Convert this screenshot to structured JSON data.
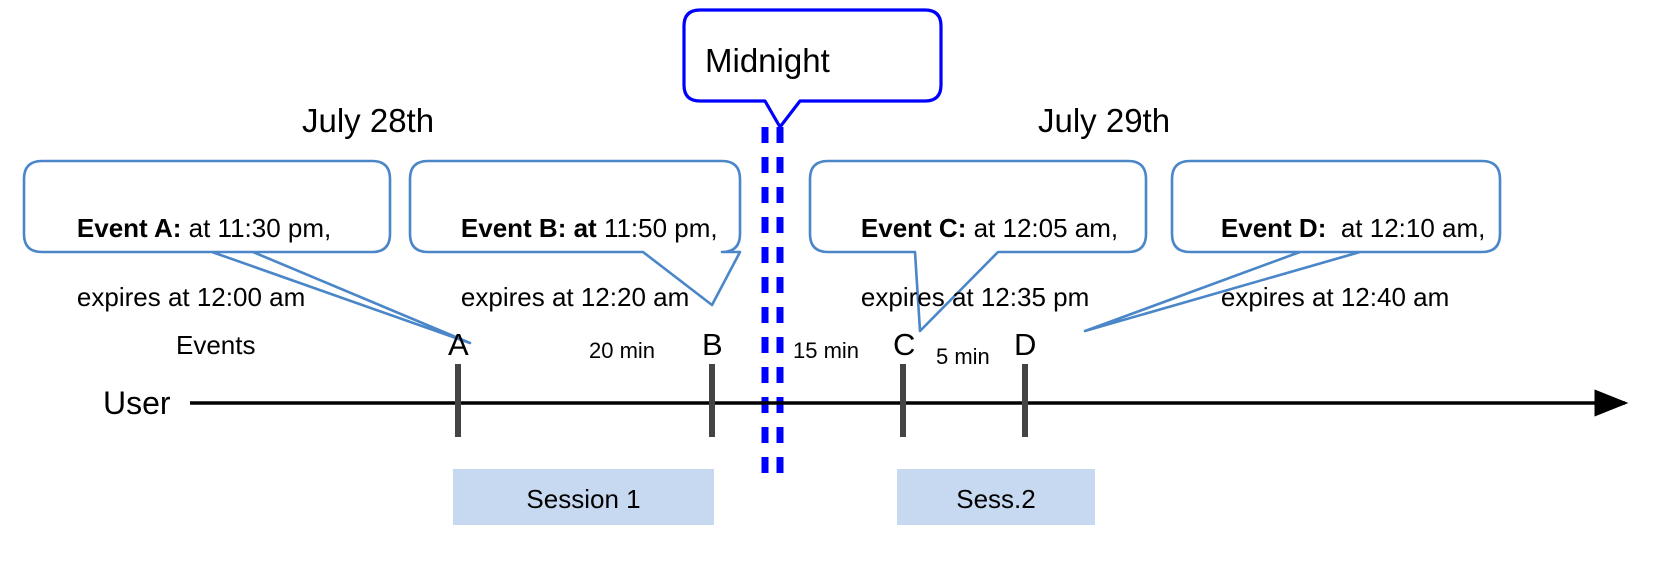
{
  "diagram": {
    "title_note": "Event expiry timeline across midnight boundary",
    "colors": {
      "callout_border": "#4a86c8",
      "midnight_border": "#0000ff",
      "midnight_dash": "#0000ff",
      "session_fill": "#c6d9f1",
      "tick": "#444444",
      "axis": "#000000"
    }
  },
  "midnight": {
    "label": "Midnight"
  },
  "dates": [
    {
      "id": "july-28",
      "label": "July 28th"
    },
    {
      "id": "july-29",
      "label": "July 29th"
    }
  ],
  "callouts": [
    {
      "id": "event-a",
      "bold": "Event A:",
      "rest_line1": " at 11:30 pm,",
      "line2": "expires at 12:00 am"
    },
    {
      "id": "event-b",
      "bold": "Event B: at",
      "rest_line1": " 11:50 pm,",
      "line2": "expires at 12:20 am"
    },
    {
      "id": "event-c",
      "bold": "Event C:",
      "rest_line1": " at 12:05 am,",
      "line2": "expires at 12:35 pm"
    },
    {
      "id": "event-d",
      "bold": "Event D:",
      "rest_line1": "  at 12:10 am,",
      "line2": "expires at 12:40 am"
    }
  ],
  "rows": {
    "events_label": "Events",
    "user_label": "User"
  },
  "ticks": [
    {
      "id": "tick-a",
      "label": "A"
    },
    {
      "id": "tick-b",
      "label": "B"
    },
    {
      "id": "tick-c",
      "label": "C"
    },
    {
      "id": "tick-d",
      "label": "D"
    }
  ],
  "intervals": [
    {
      "id": "interval-ab",
      "label": "20 min"
    },
    {
      "id": "interval-bc",
      "label": "15 min"
    },
    {
      "id": "interval-cd",
      "label": "5 min"
    }
  ],
  "sessions": [
    {
      "id": "session-1",
      "label": "Session 1"
    },
    {
      "id": "session-2",
      "label": "Sess.2"
    }
  ]
}
